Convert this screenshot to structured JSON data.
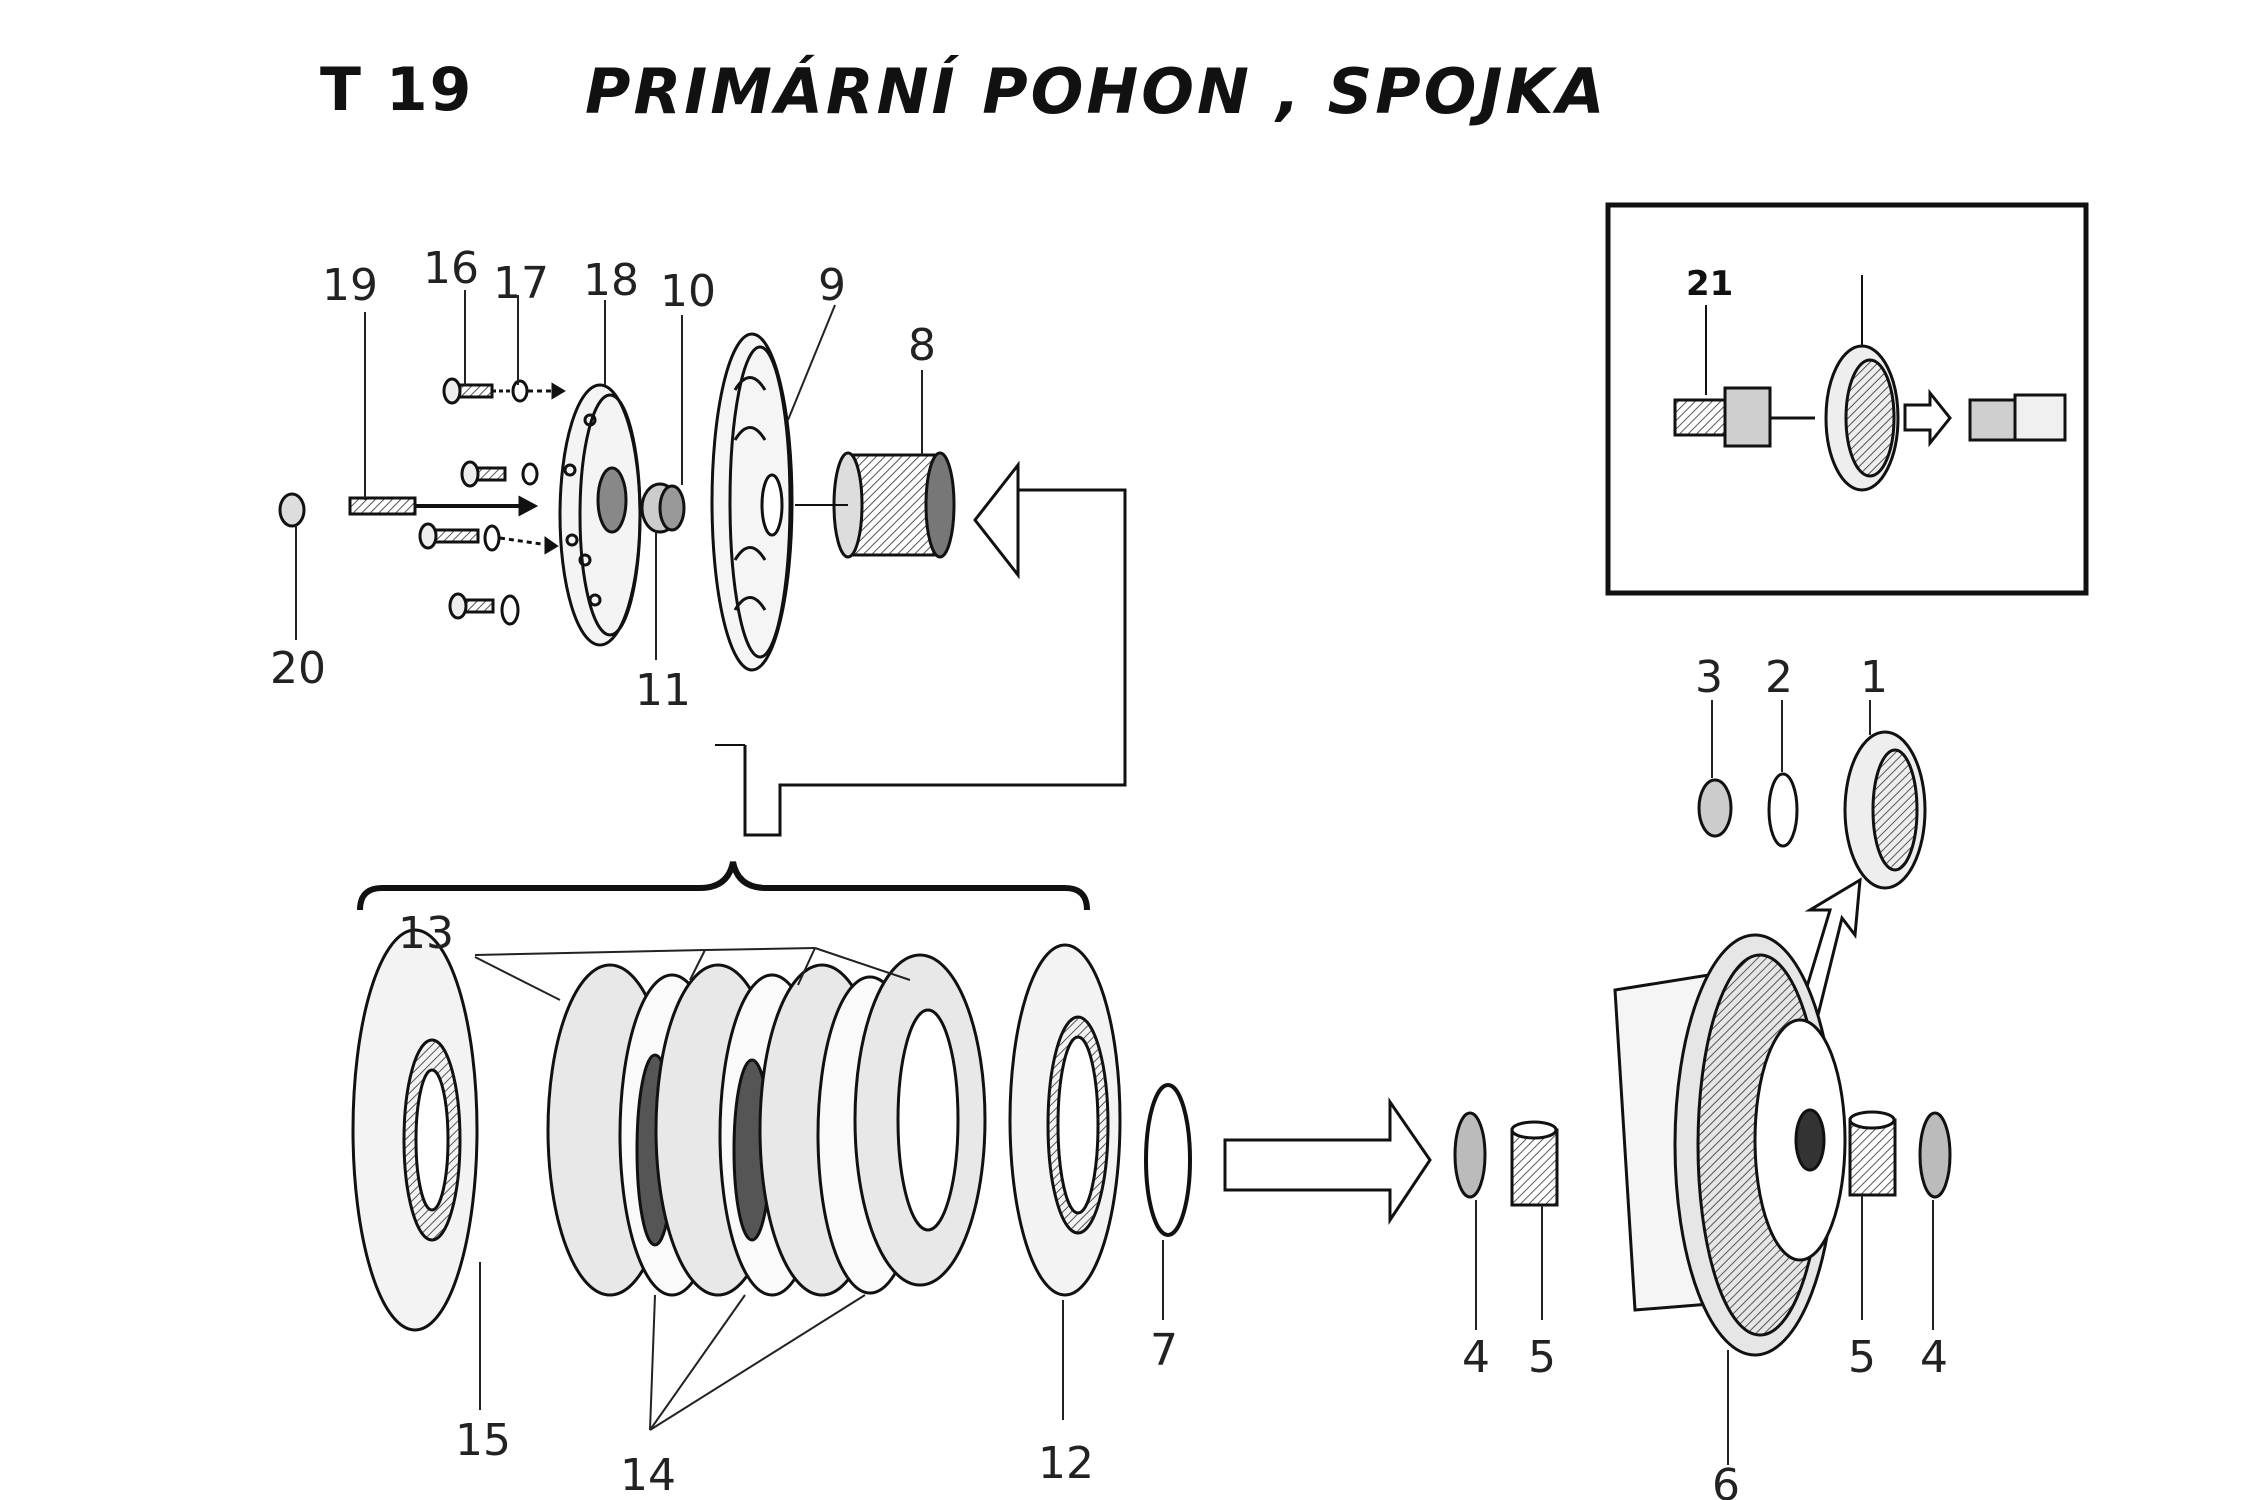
{
  "title": {
    "code": "T 19",
    "text": "PRIMÁRNÍ POHON ,  SPOJKA"
  },
  "callouts": [
    "1",
    "2",
    "3",
    "4",
    "5",
    "6",
    "7",
    "8",
    "9",
    "10",
    "11",
    "12",
    "13",
    "14",
    "15",
    "16",
    "17",
    "18",
    "19",
    "20",
    "21"
  ],
  "labels": {
    "n1": "1",
    "n2": "2",
    "n3": "3",
    "n4a": "4",
    "n4b": "4",
    "n5a": "5",
    "n5b": "5",
    "n6": "6",
    "n7": "7",
    "n8": "8",
    "n9": "9",
    "n10": "10",
    "n11": "11",
    "n12": "12",
    "n13": "13",
    "n14": "14",
    "n15": "15",
    "n16": "16",
    "n17": "17",
    "n18": "18",
    "n19": "19",
    "n20": "20",
    "n21": "21"
  }
}
